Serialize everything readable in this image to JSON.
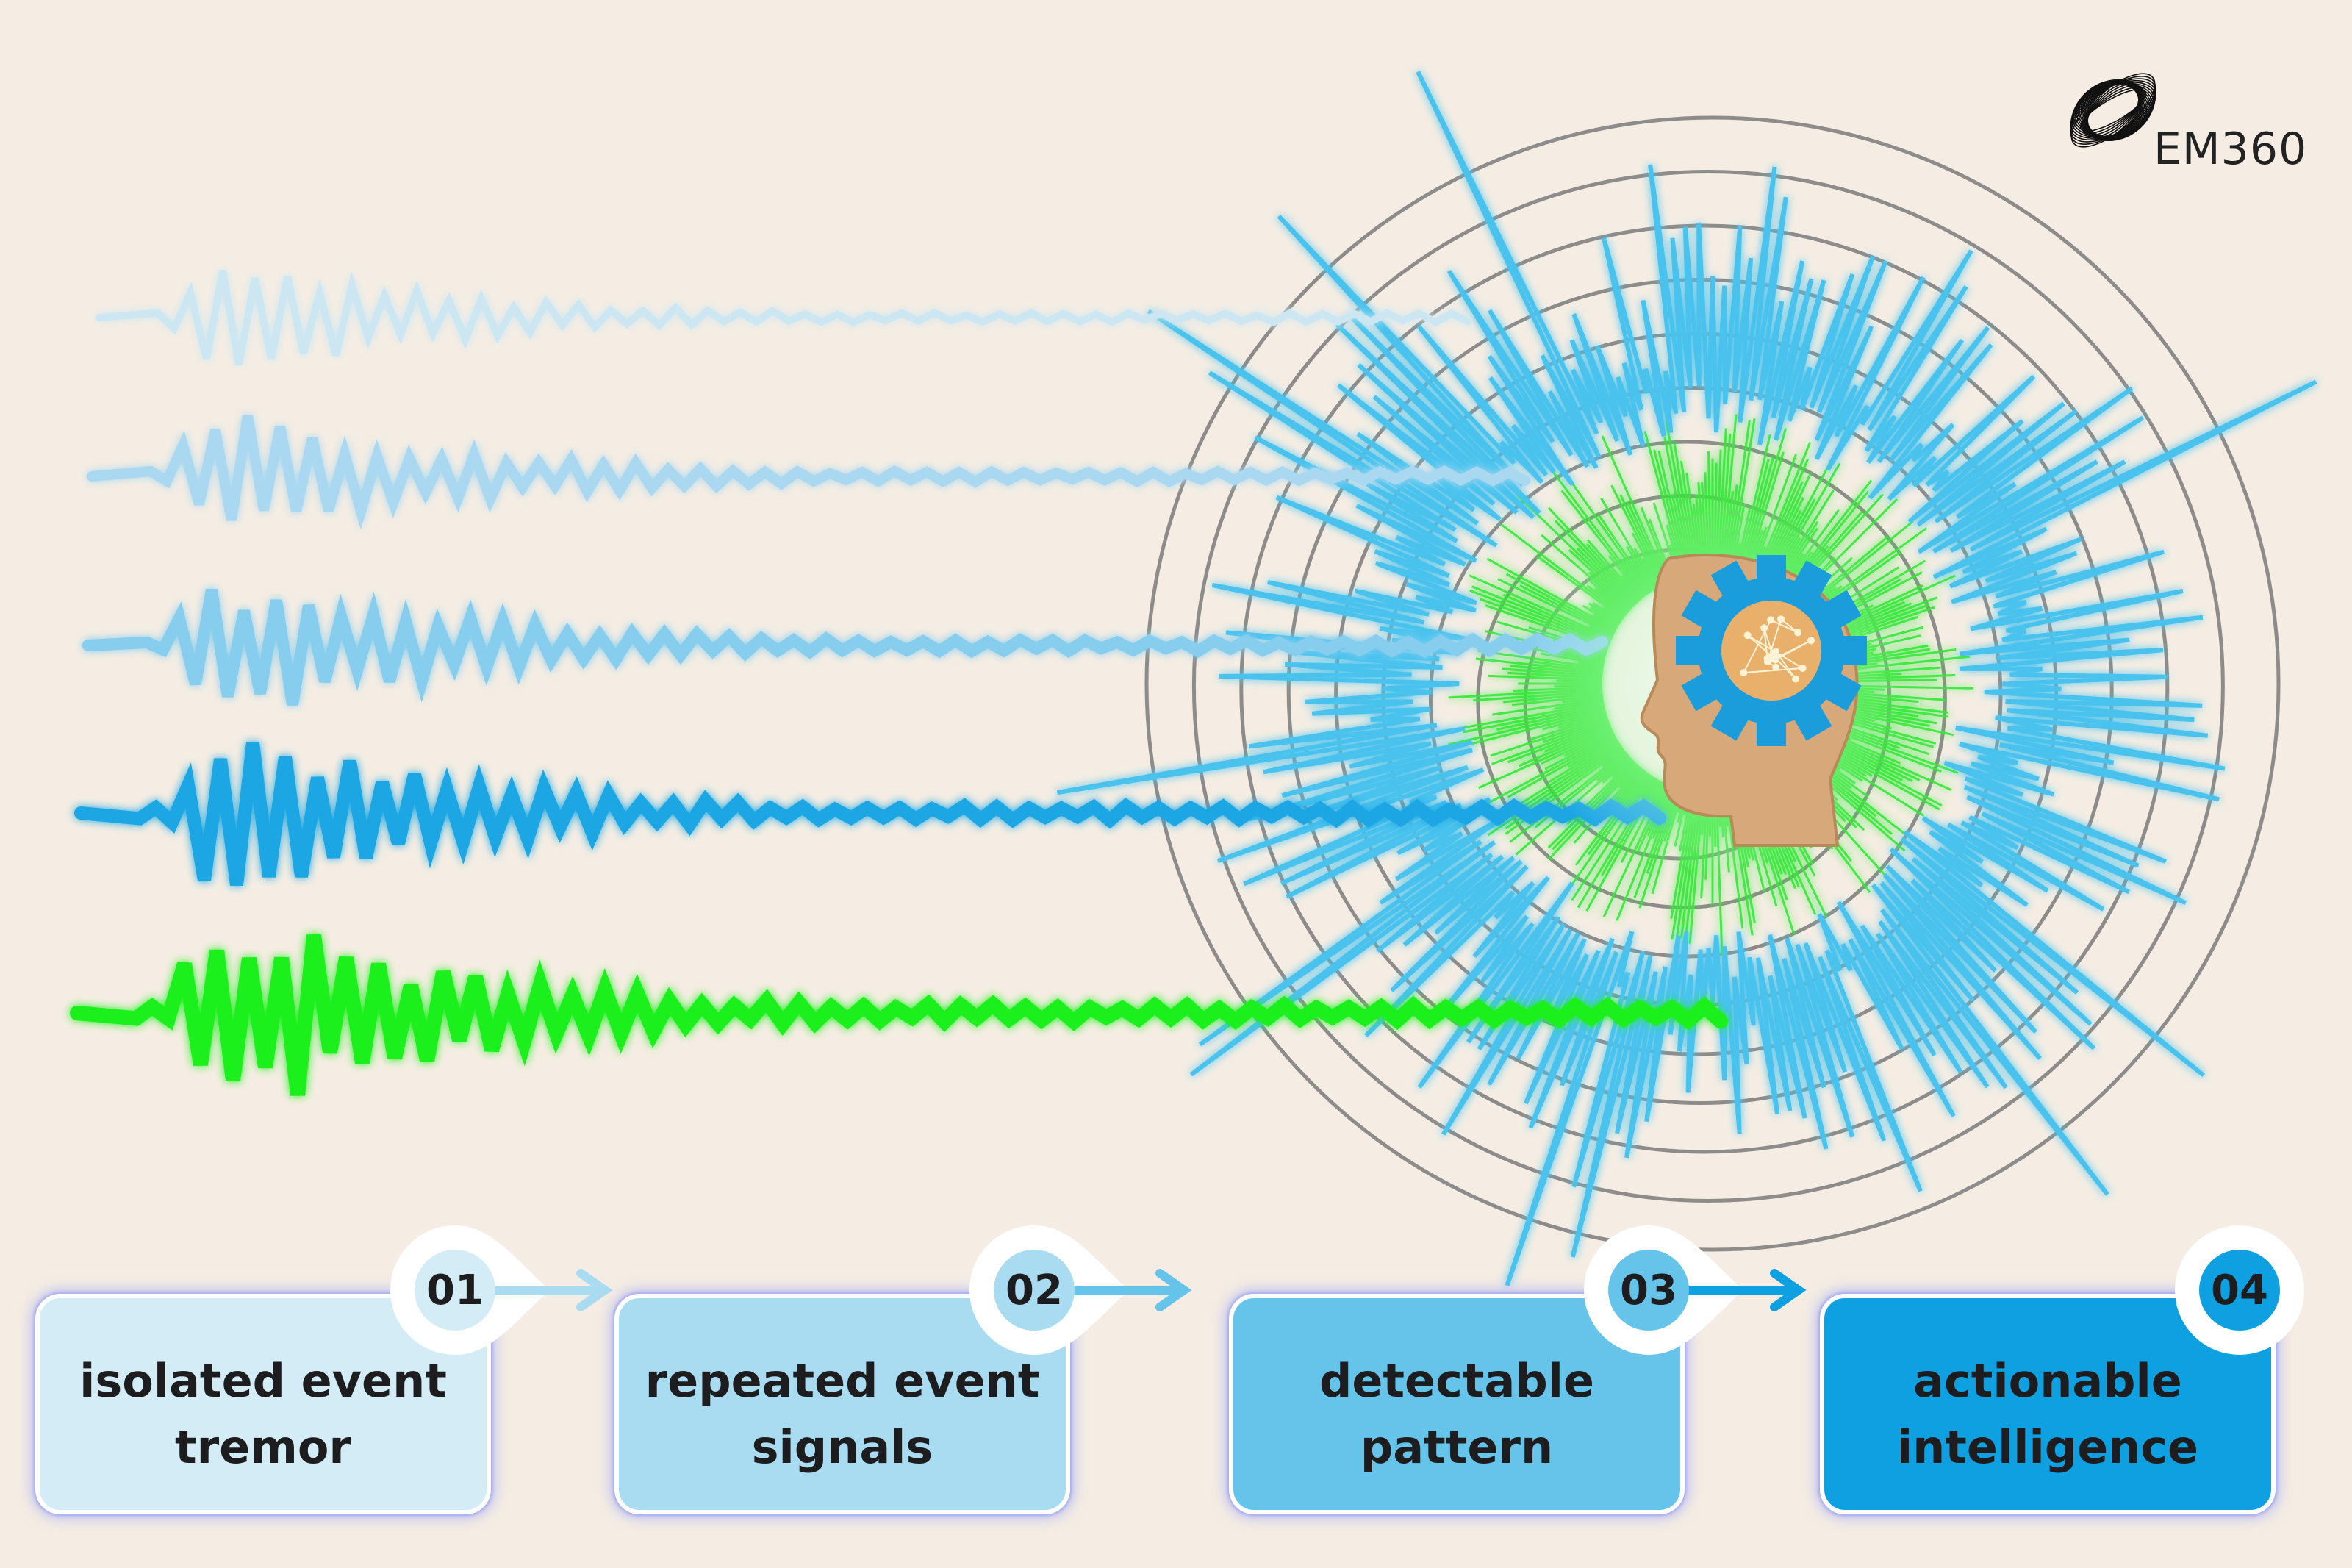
{
  "brand": {
    "name": "EM360"
  },
  "colors": {
    "background": "#f5ede3",
    "wave_1": "#cde7f2",
    "wave_2": "#a9d8f0",
    "wave_3": "#86cdee",
    "wave_4": "#1aa7e4",
    "wave_5": "#1cf01c",
    "burst_blue": "#49c3ee",
    "burst_green": "#35e83a",
    "rings": "#7a7a7a",
    "head": "#d7a97a",
    "gear": "#1b9ddc",
    "brain": "#e8b06a"
  },
  "icons": [
    "em360-logo-icon",
    "ai-head-icon",
    "gear-icon",
    "brain-network-icon",
    "arrow-right-icon"
  ],
  "steps": [
    {
      "number": "01",
      "label": "isolated event\ntremor",
      "color": "#d3ecf6"
    },
    {
      "number": "02",
      "label": "repeated event\nsignals",
      "color": "#a9dbf1"
    },
    {
      "number": "03",
      "label": "detectable\npattern",
      "color": "#66c4ea"
    },
    {
      "number": "04",
      "label": "actionable\nintelligence",
      "color": "#0ea0e0"
    }
  ]
}
